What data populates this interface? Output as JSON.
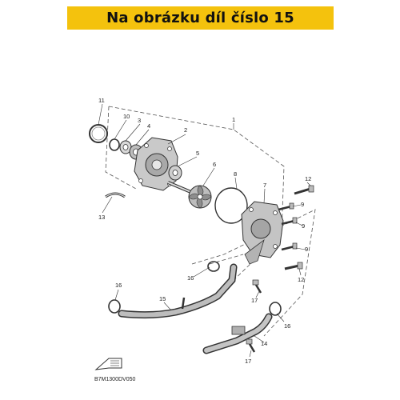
{
  "banner": {
    "text": "Na obrázku díl číslo 15",
    "color": "#f4c20d"
  },
  "diagram": {
    "code": "B7M1300DV050",
    "callouts": [
      "1",
      "2",
      "3",
      "4",
      "5",
      "6",
      "7",
      "8",
      "9",
      "9",
      "9",
      "10",
      "11",
      "12",
      "12",
      "13",
      "14",
      "15",
      "16",
      "16",
      "16",
      "17",
      "17"
    ],
    "highlighted_part": "15"
  }
}
